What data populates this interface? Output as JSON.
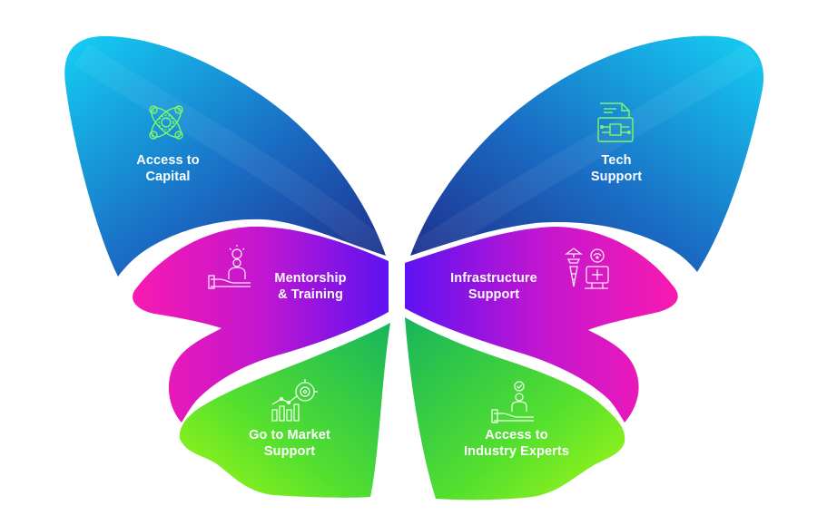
{
  "segments": [
    {
      "id": "capital",
      "line1": "Access to",
      "line2": "Capital",
      "icon": "money-network-icon"
    },
    {
      "id": "tech",
      "line1": "Tech",
      "line2": "Support",
      "icon": "circuit-document-icon"
    },
    {
      "id": "mentorship",
      "line1": "Mentorship",
      "line2": "& Training",
      "icon": "idea-hand-icon"
    },
    {
      "id": "infrastructure",
      "line1": "Infrastructure",
      "line2": "Support",
      "icon": "infrastructure-icon"
    },
    {
      "id": "market",
      "line1": "Go to Market",
      "line2": "Support",
      "icon": "growth-target-icon"
    },
    {
      "id": "experts",
      "line1": "Access to",
      "line2": "Industry Experts",
      "icon": "expert-hand-icon"
    }
  ],
  "colors": {
    "blue_light": "#12c6ee",
    "blue_dark": "#1d2d8c",
    "magenta": "#f21fb1",
    "purple": "#6a10f0",
    "green_dark": "#1bb85a",
    "green_light": "#8cf51c",
    "icon_stroke": "#7ff86a"
  }
}
